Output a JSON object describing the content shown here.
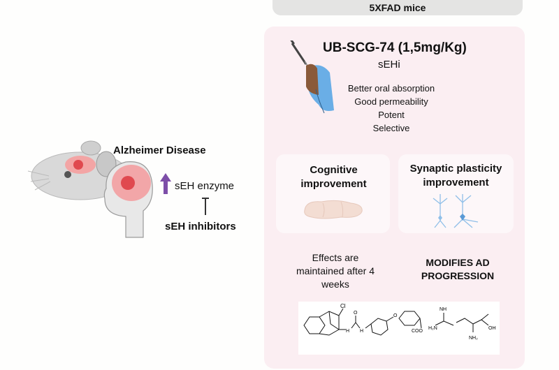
{
  "banner": {
    "label": "5XFAD mice"
  },
  "left_panel": {
    "disease_label": "Alzheimer Disease",
    "enzyme_label": "sEH enzyme",
    "inhibitors_label": "sEH inhibitors",
    "arrow_color": "#7d4ea8"
  },
  "drug": {
    "name": "UB-SCG-74 (1,5mg/Kg)",
    "class": "sEHi",
    "properties": [
      "Better oral absorption",
      "Good permeability",
      "Potent",
      "Selective"
    ]
  },
  "outcomes": {
    "cognitive": [
      "Cognitive",
      "improvement"
    ],
    "synaptic": [
      "Synaptic plasticity",
      "improvement"
    ],
    "effects": [
      "Effects are",
      "maintained after 4",
      "weeks"
    ],
    "modifies": [
      "MODIFIES AD",
      "PROGRESSION"
    ]
  },
  "structure_labels": {
    "cl": "Cl",
    "nh_left": "H",
    "nh_left2": "H",
    "o": "O",
    "coo": "COO",
    "h2n": "H₂N",
    "nh": "NH",
    "nh2": "NH₂",
    "oh": "OH",
    "o2": "O"
  },
  "colors": {
    "panel_bg": "#fbeef2",
    "banner_bg": "#e4e4e3",
    "neuron": "#8fbfe8",
    "brain_red": "#e0494f"
  }
}
